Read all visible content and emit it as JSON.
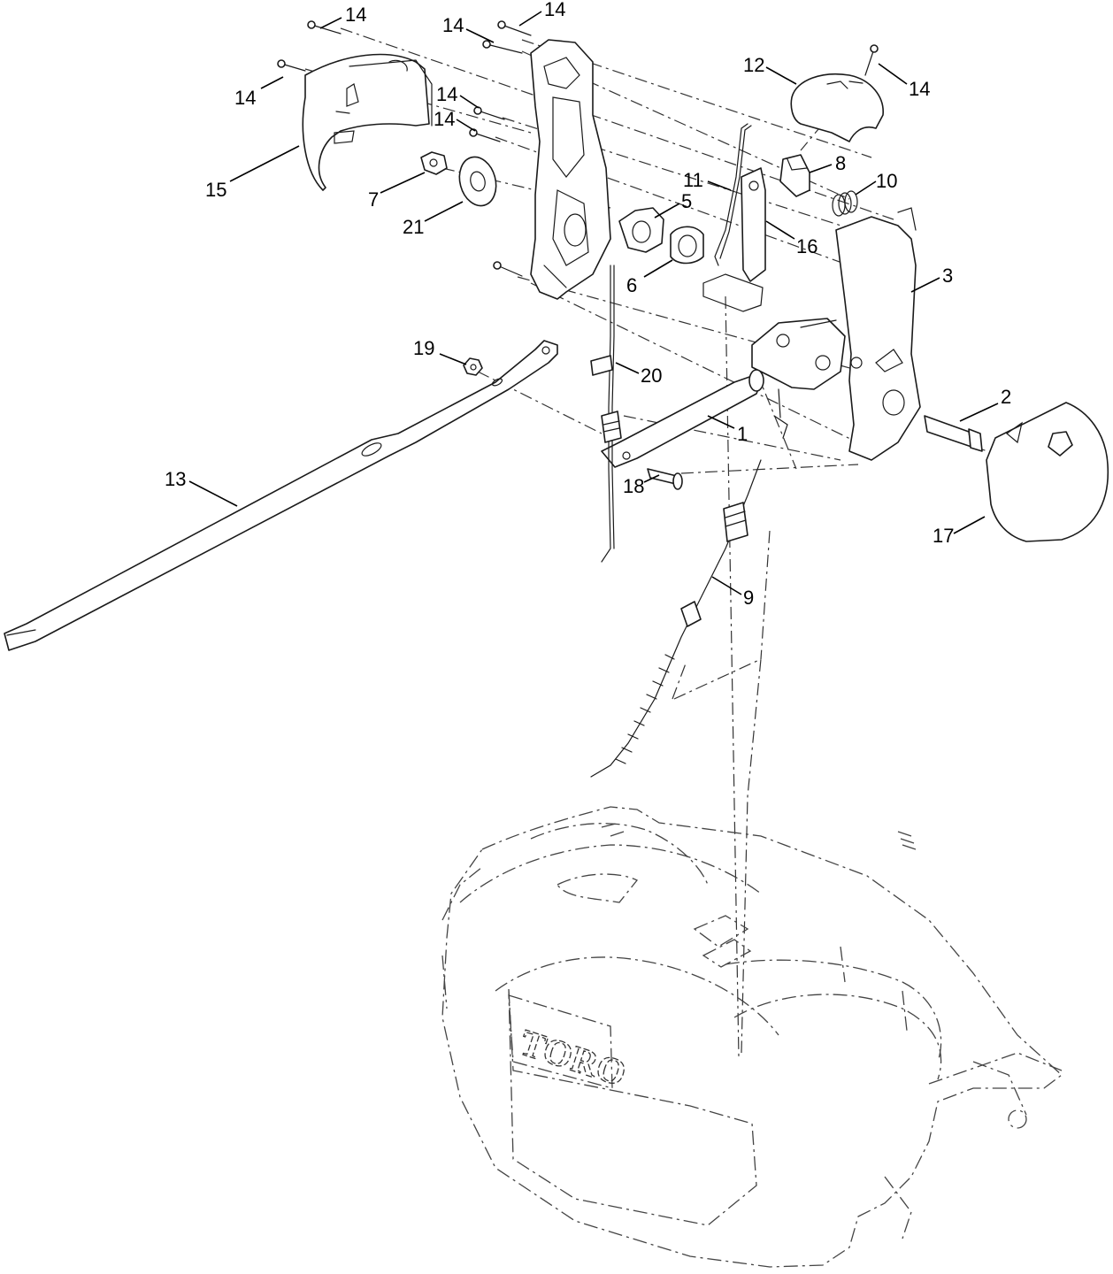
{
  "diagram": {
    "brand_logo_text": "TORO",
    "callouts": [
      {
        "id": "c14a",
        "label": "14"
      },
      {
        "id": "c14b",
        "label": "14"
      },
      {
        "id": "c14c",
        "label": "14"
      },
      {
        "id": "c14d",
        "label": "14"
      },
      {
        "id": "c14e",
        "label": "14"
      },
      {
        "id": "c14f",
        "label": "14"
      },
      {
        "id": "c14g",
        "label": "14"
      },
      {
        "id": "c12",
        "label": "12"
      },
      {
        "id": "c15",
        "label": "15"
      },
      {
        "id": "c7",
        "label": "7"
      },
      {
        "id": "c21",
        "label": "21"
      },
      {
        "id": "c8",
        "label": "8"
      },
      {
        "id": "c10",
        "label": "10"
      },
      {
        "id": "c11",
        "label": "11"
      },
      {
        "id": "c5",
        "label": "5"
      },
      {
        "id": "c16",
        "label": "16"
      },
      {
        "id": "c6",
        "label": "6"
      },
      {
        "id": "c3",
        "label": "3"
      },
      {
        "id": "c19",
        "label": "19"
      },
      {
        "id": "c20",
        "label": "20"
      },
      {
        "id": "c1",
        "label": "1"
      },
      {
        "id": "c2",
        "label": "2"
      },
      {
        "id": "c13",
        "label": "13"
      },
      {
        "id": "c18",
        "label": "18"
      },
      {
        "id": "c17",
        "label": "17"
      },
      {
        "id": "c9",
        "label": "9"
      }
    ]
  }
}
